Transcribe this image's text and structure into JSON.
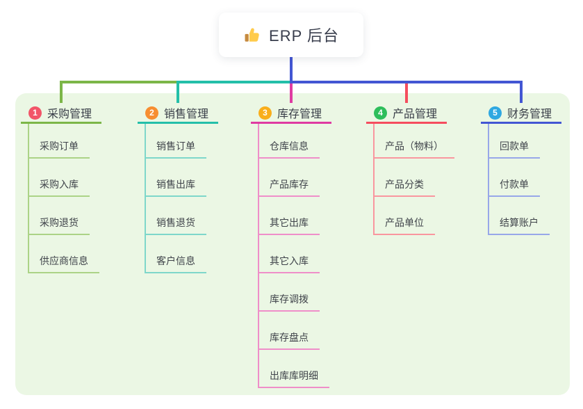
{
  "root": {
    "title": "ERP 后台",
    "icon": "thumbs-up"
  },
  "branches": [
    {
      "index": "1",
      "label": "采购管理",
      "badge_color": "#F25568",
      "line_color": "#7CB648",
      "child_line_color": "#ABD386",
      "children": [
        "采购订单",
        "采购入库",
        "采购退货",
        "供应商信息"
      ]
    },
    {
      "index": "2",
      "label": "销售管理",
      "badge_color": "#F78E31",
      "line_color": "#24BFA9",
      "child_line_color": "#7ED7CA",
      "children": [
        "销售订单",
        "销售出库",
        "销售退货",
        "客户信息"
      ]
    },
    {
      "index": "3",
      "label": "库存管理",
      "badge_color": "#F9AE1B",
      "line_color": "#DF3BA2",
      "child_line_color": "#EF8EC9",
      "children": [
        "仓库信息",
        "产品库存",
        "其它出库",
        "其它入库",
        "库存调拨",
        "库存盘点",
        "出库库明细"
      ]
    },
    {
      "index": "4",
      "label": "产品管理",
      "badge_color": "#2EBE5B",
      "line_color": "#F54D5E",
      "child_line_color": "#F9969F",
      "children": [
        "产品（物料）",
        "产品分类",
        "产品单位"
      ]
    },
    {
      "index": "5",
      "label": "财务管理",
      "badge_color": "#2FA8E1",
      "line_color": "#4356D3",
      "child_line_color": "#97A7E9",
      "children": [
        "回款单",
        "付款单",
        "结算账户"
      ]
    }
  ],
  "colors": {
    "panel_bg": "#EBF7E4",
    "root_line": "#4356D3",
    "icon_hand": "#FFCB4C",
    "icon_cuff": "#C68A3F"
  }
}
